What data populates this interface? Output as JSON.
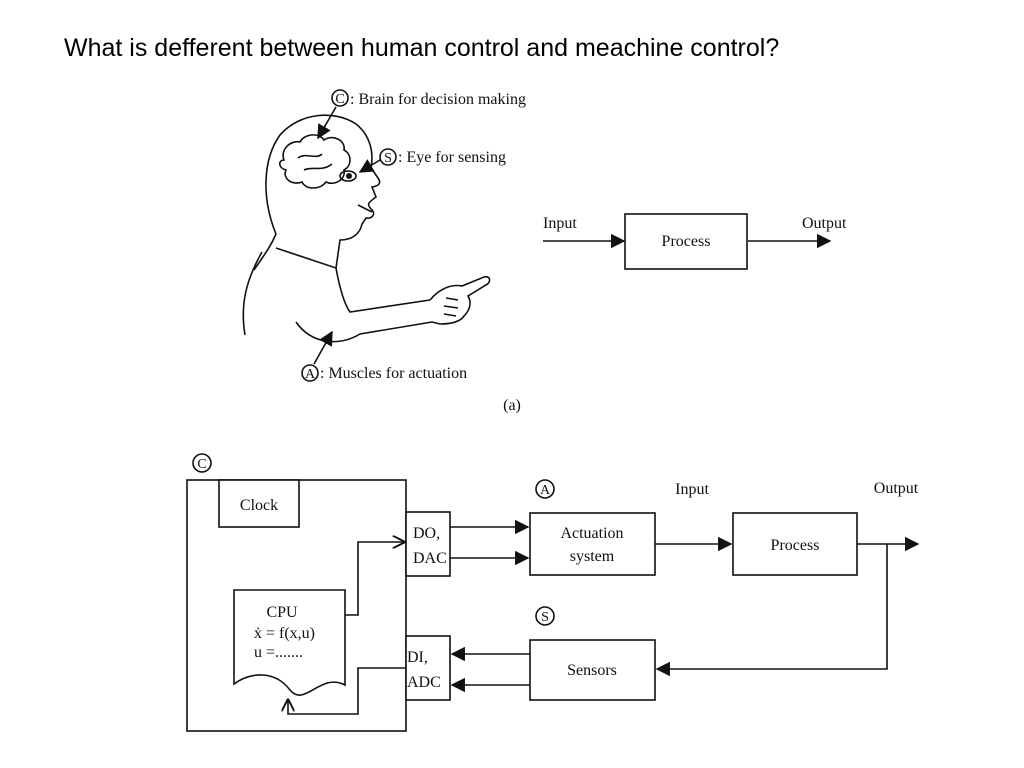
{
  "title": "What is defferent between human control and meachine control?",
  "human_figure": {
    "brain_letter": "C",
    "brain_label": ": Brain for decision making",
    "eye_letter": "S",
    "eye_label": ": Eye for sensing",
    "muscle_letter": "A",
    "muscle_label": ": Muscles for actuation"
  },
  "simple_block": {
    "input_label": "Input",
    "process_label": "Process",
    "output_label": "Output"
  },
  "caption_a": "(a)",
  "machine_diagram": {
    "controller_letter": "C",
    "clock_label": "Clock",
    "cpu_title": "CPU",
    "cpu_eq1": "ẋ = f(x,u)",
    "cpu_eq2": "u =.......",
    "do_line1": "DO,",
    "do_line2": "DAC",
    "di_line1": "DI,",
    "di_line2": "ADC",
    "actuation_letter": "A",
    "actuation_line1": "Actuation",
    "actuation_line2": "system",
    "sensors_letter": "S",
    "sensors_label": "Sensors",
    "input_label": "Input",
    "output_label": "Output",
    "process_label": "Process"
  }
}
